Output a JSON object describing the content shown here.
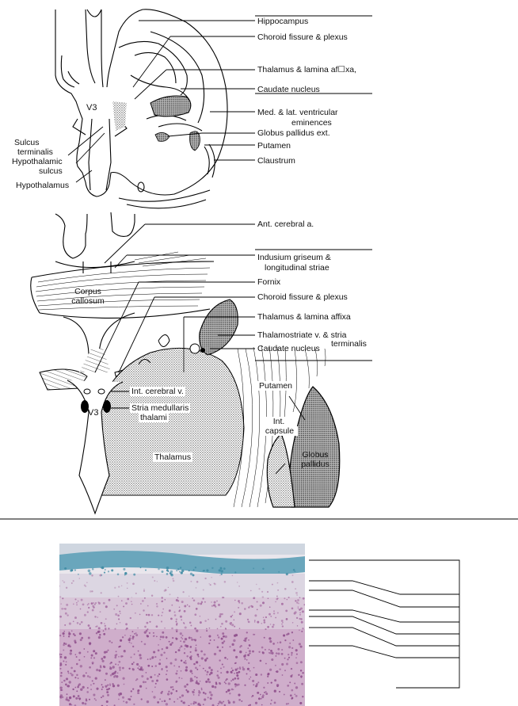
{
  "top_panel": {
    "labels": {
      "hippocampus": "Hippocampus",
      "choroid": "Choroid fissure & plexus",
      "thalamus_lamina": "Thalamus & lamina af☐xa,",
      "caudate": "Caudate nucleus",
      "ventricular_1": "Med. & lat. ventricular",
      "ventricular_2": "eminences",
      "globus_ext": "Globus pallidus ext.",
      "putamen": "Putamen",
      "claustrum": "Claustrum",
      "v3": "V3",
      "sulcus_1": "Sulcus",
      "sulcus_2": "terminalis",
      "hypo_sulcus_1": "Hypothalamic",
      "hypo_sulcus_2": "sulcus",
      "hypothalamus": "Hypothalamus"
    }
  },
  "middle_panel": {
    "labels": {
      "ant_cerebral": "Ant. cerebral a.",
      "indusium_1": "Indusium griseum &",
      "indusium_2": "longitudinal striae",
      "corpus_1": "Corpus",
      "corpus_2": "callosum",
      "fornix": "Fornix",
      "choroid": "Choroid fissure & plexus",
      "thalamus_lamina": "Thalamus & lamina affixa",
      "thalamostriate_1": "Thalamostriate v. & stria",
      "thalamostriate_2": "terminalis",
      "caudate": "Caudate nucleus",
      "int_cerebral": "Int. cerebral v.",
      "stria_1": "Stria medullaris",
      "stria_2": "thalami",
      "v3": "V3",
      "thalamus": "Thalamus",
      "putamen": "Putamen",
      "int_capsule_1": "Int.",
      "int_capsule_2": "capsule",
      "globus_1": "Globus",
      "globus_2": "pallidus"
    }
  },
  "colors": {
    "line": "#000000",
    "stipple": "#8a8a8a",
    "dark_fill": "#9a9a9a",
    "tissue_pink": "#c9a8c6",
    "tissue_blue": "#5fa3b8"
  }
}
